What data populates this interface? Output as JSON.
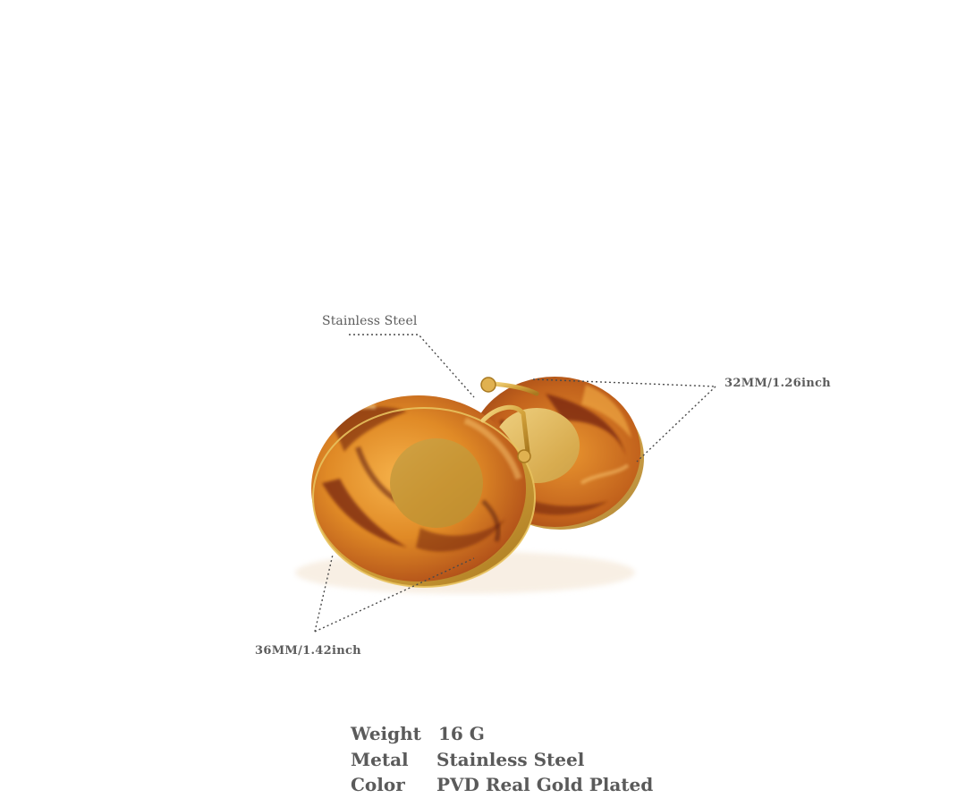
{
  "product": {
    "image": {
      "subject": "tortoiseshell-resin-hoop-earrings-gold-rimmed",
      "colors": {
        "resin_light": "#E89A2A",
        "resin_mid": "#C4661A",
        "resin_dark": "#6E1F0F",
        "gold": "#D4A33C",
        "gold_light": "#F2D27A",
        "background": "#FFFFFF",
        "dotted_line": "#4A4A4A"
      }
    },
    "callouts": {
      "material_label": "Stainless Steel",
      "width_label": "32MM/1.26inch",
      "height_label": "36MM/1.42inch"
    },
    "specs": [
      {
        "label": "Weight",
        "value": "16 G"
      },
      {
        "label": "Metal",
        "value": "Stainless Steel"
      },
      {
        "label": "Color",
        "value": "PVD Real Gold Plated"
      }
    ]
  }
}
